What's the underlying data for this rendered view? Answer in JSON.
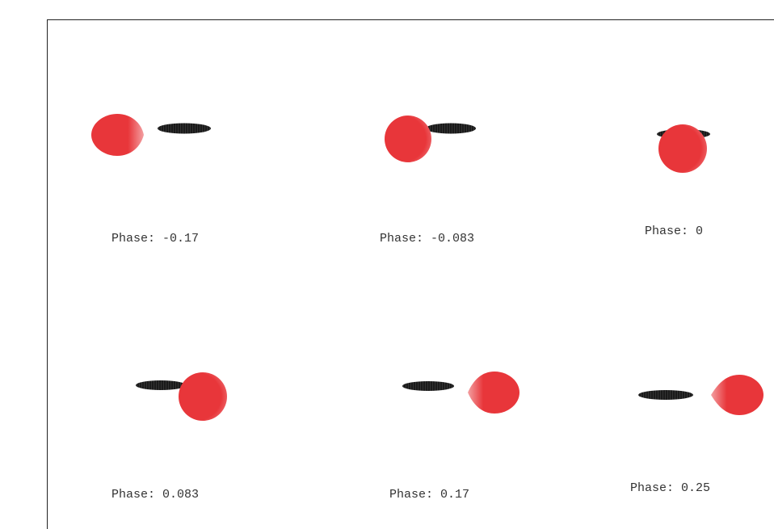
{
  "panels": [
    {
      "label": "Phase: -0.17"
    },
    {
      "label": "Phase: -0.083"
    },
    {
      "label": "Phase: 0"
    },
    {
      "label": "Phase: 0.083"
    },
    {
      "label": "Phase: 0.17"
    },
    {
      "label": "Phase: 0.25"
    }
  ],
  "colors": {
    "planet": "#e8363a",
    "planet_edge": "#f08a8c",
    "disk": "#1a1a1a",
    "border": "#222222"
  }
}
